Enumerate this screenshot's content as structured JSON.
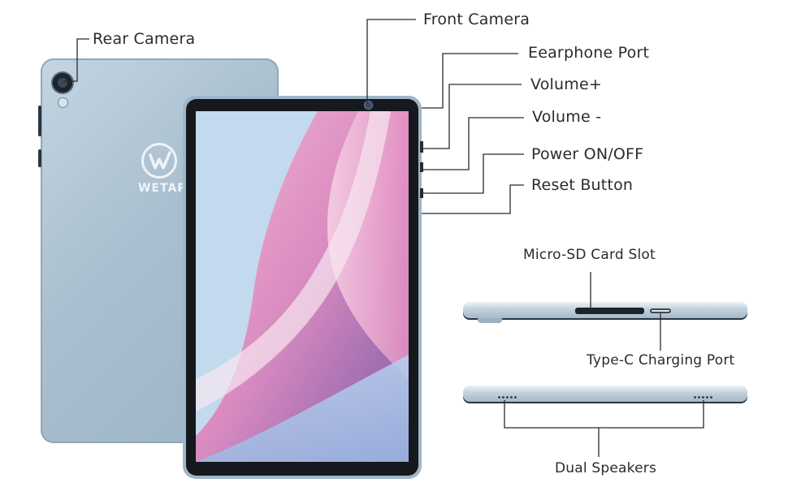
{
  "labels": {
    "rear_camera": "Rear Camera",
    "front_camera": "Front Camera",
    "earphone_port": "Eearphone Port",
    "volume_up": "Volume+",
    "volume_down": "Volume -",
    "power": "Power ON/OFF",
    "reset": "Reset Button",
    "micro_sd": "Micro-SD Card Slot",
    "type_c": "Type-C Charging Port",
    "dual_speakers": "Dual Speakers"
  },
  "brand": {
    "logo_text": "WETAP"
  },
  "colors": {
    "tablet_body": "#a9bfcf",
    "bezel": "#15191d",
    "line": "#2b2b2b"
  }
}
